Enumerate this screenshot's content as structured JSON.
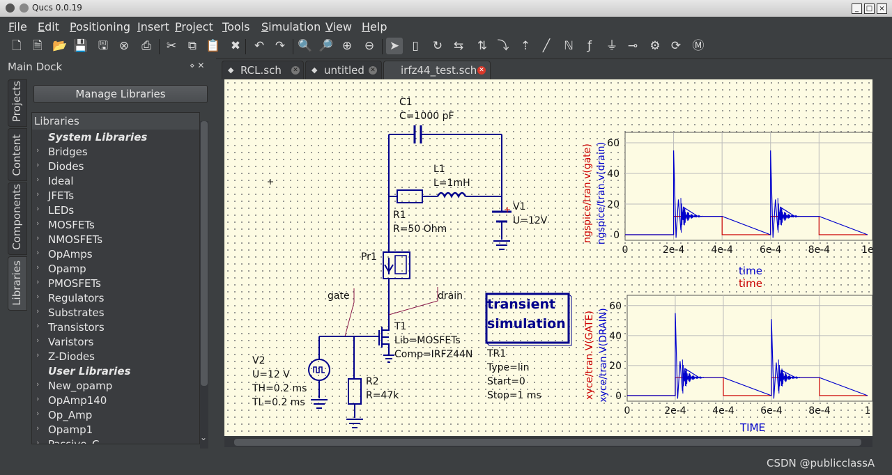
{
  "window": {
    "title": "Qucs 0.0.19"
  },
  "menu": [
    "File",
    "Edit",
    "Positioning",
    "Insert",
    "Project",
    "Tools",
    "Simulation",
    "View",
    "Help"
  ],
  "toolbar_icons": [
    "new-icon",
    "new-text-icon",
    "open-icon",
    "save-icon",
    "save-all-icon",
    "close-icon",
    "print-icon",
    "cut-icon",
    "copy-icon",
    "paste-icon",
    "delete-icon",
    "undo-icon",
    "redo-icon",
    "zoom-fit-icon",
    "zoom-1-icon",
    "zoom-in-icon",
    "zoom-out-icon",
    "select-icon",
    "deactivate-icon",
    "rotate-icon",
    "mirror-icon",
    "mirror-y-icon",
    "goto-icon",
    "pop-icon",
    "wire-icon",
    "label-icon",
    "equation-icon",
    "ground-icon",
    "port-icon",
    "simulate-icon",
    "dpl-icon",
    "marker-icon"
  ],
  "dock": {
    "title": "Main Dock",
    "vtabs": [
      "Projects",
      "Content",
      "Components",
      "Libraries"
    ],
    "manage_button": "Manage Libraries",
    "libraries_header": "Libraries",
    "items": [
      {
        "label": "System Libraries",
        "bold": true
      },
      {
        "label": "Bridges"
      },
      {
        "label": "Diodes"
      },
      {
        "label": "Ideal"
      },
      {
        "label": "JFETs"
      },
      {
        "label": "LEDs"
      },
      {
        "label": "MOSFETs"
      },
      {
        "label": "NMOSFETs"
      },
      {
        "label": "OpAmps"
      },
      {
        "label": "Opamp"
      },
      {
        "label": "PMOSFETs"
      },
      {
        "label": "Regulators"
      },
      {
        "label": "Substrates"
      },
      {
        "label": "Transistors"
      },
      {
        "label": "Varistors"
      },
      {
        "label": "Z-Diodes"
      },
      {
        "label": "User Libraries",
        "bold": true
      },
      {
        "label": "New_opamp"
      },
      {
        "label": "OpAmp140"
      },
      {
        "label": "Op_Amp"
      },
      {
        "label": "Opamp1"
      },
      {
        "label": "Passive_C..."
      }
    ]
  },
  "tabs": [
    {
      "label": "RCL.sch",
      "active": false
    },
    {
      "label": "untitled",
      "active": false
    },
    {
      "label": "irfz44_test.sch",
      "active": true
    }
  ],
  "schematic": {
    "c1": [
      "C1",
      "C=1000 pF"
    ],
    "l1": [
      "L1",
      "L=1mH"
    ],
    "r1": [
      "R1",
      "R=50 Ohm"
    ],
    "v1": [
      "V1",
      "U=12V"
    ],
    "pr1": "Pr1",
    "gate": "gate",
    "drain": "drain",
    "t1": [
      "T1",
      "Lib=MOSFETs",
      "Comp=IRFZ44N"
    ],
    "v2": [
      "V2",
      "U=12 V",
      "TH=0.2 ms",
      "TL=0.2 ms"
    ],
    "r2": [
      "R2",
      "R=47k"
    ],
    "sim_box": [
      "transient",
      "simulation"
    ],
    "tr1": [
      "TR1",
      "Type=lin",
      "Start=0",
      "Stop=1 ms"
    ]
  },
  "chart_data": [
    {
      "type": "line",
      "xlabel": [
        "time",
        "time"
      ],
      "ylabel": [
        "ngspice/tran.v(gate)",
        "ngspice/tran.v(drain)"
      ],
      "xlim": [
        0,
        0.001
      ],
      "ylim": [
        0,
        65
      ],
      "xticks": [
        "0",
        "2e-4",
        "4e-4",
        "6e-4",
        "8e-4",
        "1e"
      ],
      "yticks": [
        "0",
        "20",
        "40",
        "60"
      ],
      "series": [
        {
          "name": "ngspice/tran.v(gate)",
          "color": "#cc0000",
          "x": [
            0,
            0.0002,
            0.0002,
            0.0004,
            0.0004,
            0.0006,
            0.0006,
            0.0008,
            0.0008,
            0.001
          ],
          "y": [
            0,
            0,
            12,
            12,
            0,
            0,
            12,
            12,
            0,
            0
          ]
        },
        {
          "name": "ngspice/tran.v(drain)",
          "color": "#0000cc",
          "x": [
            0,
            0.0002,
            0.0002,
            0.00021,
            0.00022,
            0.00023,
            0.00024,
            0.0003,
            0.0004,
            0.0006,
            0.0006,
            0.00061,
            0.00062,
            0.00063,
            0.00064,
            0.0007,
            0.0008,
            0.001
          ],
          "y": [
            0,
            0,
            55,
            -2,
            23,
            3,
            18,
            12,
            12,
            0,
            55,
            -2,
            23,
            3,
            18,
            12,
            12,
            0
          ]
        }
      ]
    },
    {
      "type": "line",
      "xlabel": [
        "TIME"
      ],
      "ylabel": [
        "xyce/tran.V(GATE)",
        "xyce/tran.V(DRAIN)"
      ],
      "xlim": [
        0,
        0.001
      ],
      "ylim": [
        0,
        65
      ],
      "xticks": [
        "0",
        "2e-4",
        "4e-4",
        "6e-4",
        "8e-4",
        "1"
      ],
      "yticks": [
        "0",
        "20",
        "40",
        "60"
      ],
      "series": [
        {
          "name": "xyce/tran.V(GATE)",
          "color": "#cc0000",
          "x": [
            0,
            0.0002,
            0.0002,
            0.0004,
            0.0004,
            0.0006,
            0.0006,
            0.0008,
            0.0008,
            0.001
          ],
          "y": [
            0,
            0,
            12,
            12,
            0,
            0,
            12,
            12,
            0,
            0
          ]
        },
        {
          "name": "xyce/tran.V(DRAIN)",
          "color": "#0000cc",
          "x": [
            0,
            0.0002,
            0.0002,
            0.00021,
            0.00022,
            0.00023,
            0.00024,
            0.0003,
            0.0004,
            0.0006,
            0.0006,
            0.00061,
            0.00062,
            0.00063,
            0.00064,
            0.0007,
            0.0008,
            0.001
          ],
          "y": [
            0,
            0,
            55,
            -2,
            23,
            3,
            18,
            12,
            12,
            0,
            51,
            -2,
            22,
            3,
            17,
            12,
            12,
            0
          ]
        }
      ]
    }
  ],
  "status": "CSDN @publicclassA"
}
